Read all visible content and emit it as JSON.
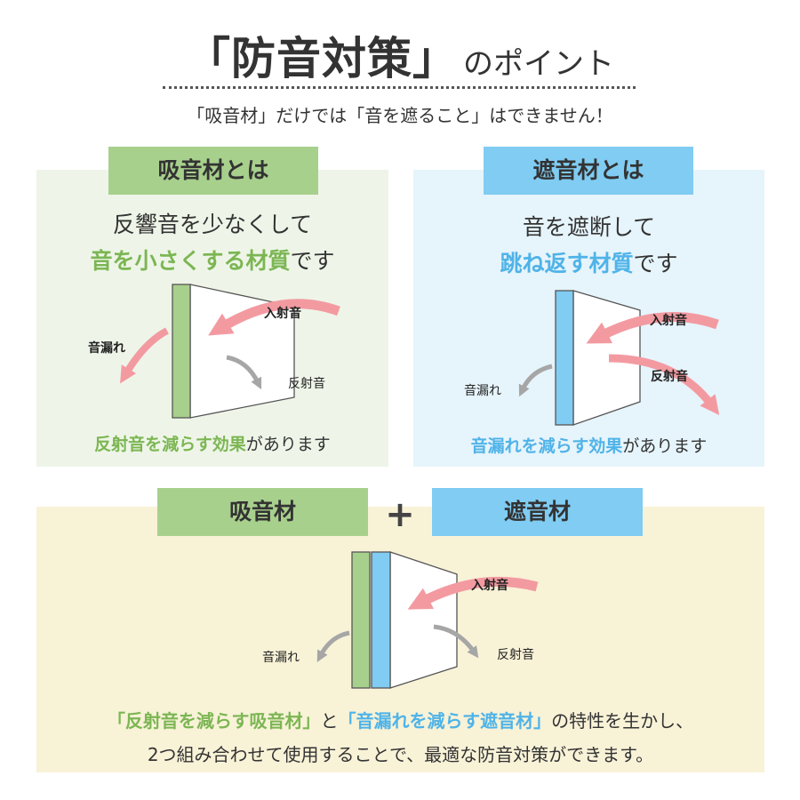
{
  "header": {
    "title_main": "「防音対策」",
    "title_sub": "のポイント",
    "subtitle": "「吸音材」だけでは「音を遮ること」はできません！"
  },
  "absorber": {
    "tab": "吸音材とは",
    "line1": "反響音を少なくして",
    "line2_highlight": "音を小さくする材質",
    "line2_rest": "です",
    "label_incident": "入射音",
    "label_leak": "音漏れ",
    "label_reflect": "反射音",
    "effect_highlight": "反射音を減らす効果",
    "effect_rest": "があります"
  },
  "insulator": {
    "tab": "遮音材とは",
    "line1": "音を遮断して",
    "line2_highlight": "跳ね返す材質",
    "line2_rest": "です",
    "label_incident": "入射音",
    "label_reflect": "反射音",
    "label_leak": "音漏れ",
    "effect_highlight": "音漏れを減らす効果",
    "effect_rest": "があります"
  },
  "combo": {
    "tab_left": "吸音材",
    "plus": "+",
    "tab_right": "遮音材",
    "label_incident": "入射音",
    "label_leak": "音漏れ",
    "label_reflect": "反射音",
    "summary_hl1": "「反射音を減らす吸音材」",
    "summary_mid": "と",
    "summary_hl2": "「音漏れを減らす遮音材」",
    "summary_rest1": "の特性を生かし、",
    "summary_line2": "2つ組み合わせて使用することで、最適な防音対策ができます。"
  },
  "colors": {
    "green": "#a8d08d",
    "green_text": "#7cb653",
    "blue": "#80ccf2",
    "blue_text": "#4fb3e8",
    "incident_arrow": "#f39aa1",
    "gray_arrow": "#a6a6a6"
  }
}
